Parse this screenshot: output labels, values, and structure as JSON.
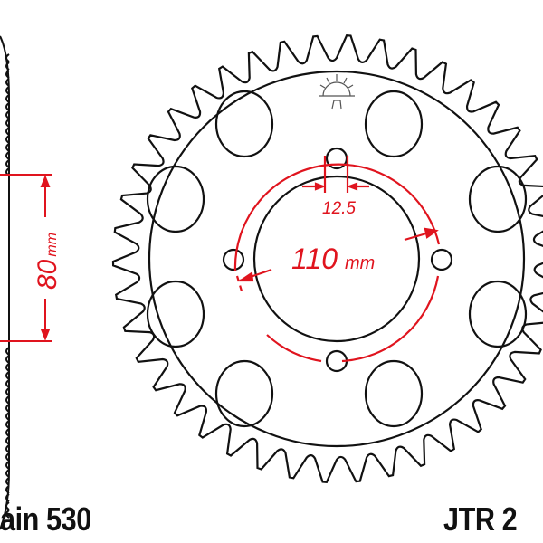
{
  "diagram": {
    "dimensions": {
      "hub_width": {
        "value": "80",
        "unit": "mm"
      },
      "bolt_circle": {
        "value": "110",
        "unit": "mm"
      },
      "bolt_hole": {
        "value": "12.5"
      }
    },
    "footer": {
      "chain_label": "ain 530",
      "part_number": "JTR 2"
    },
    "colors": {
      "line": "#111111",
      "dimension": "#e0141e"
    },
    "icons": {
      "logo": "sun-logo"
    }
  }
}
